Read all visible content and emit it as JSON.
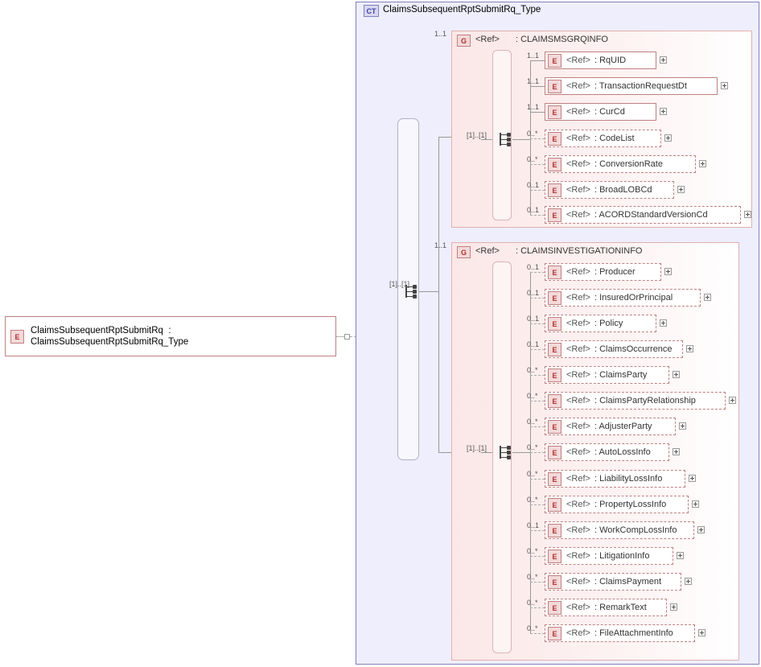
{
  "diagram": {
    "type": "xml-schema-diagram",
    "root_element": {
      "badge": "E",
      "name": "ClaimsSubsequentRptSubmitRq",
      "type_label": ": ClaimsSubsequentRptSubmitRq_Type"
    },
    "complex_type": {
      "badge": "CT",
      "title": "ClaimsSubsequentRptSubmitRq_Type"
    },
    "sequence_cardinality": "[1]..[1]",
    "groups": [
      {
        "badge": "G",
        "ref": "<Ref>",
        "name": ": CLAIMSMSGRQINFO",
        "cardinality": "1..1",
        "inner_cardinality": "[1]..[1]",
        "elements": [
          {
            "badge": "E",
            "ref": "<Ref>",
            "name": ": RqUID",
            "card": "1..1",
            "optional": false,
            "plus": true
          },
          {
            "badge": "E",
            "ref": "<Ref>",
            "name": ": TransactionRequestDt",
            "card": "1..1",
            "optional": false,
            "plus": true
          },
          {
            "badge": "E",
            "ref": "<Ref>",
            "name": ": CurCd",
            "card": "1..1",
            "optional": false,
            "plus": true
          },
          {
            "badge": "E",
            "ref": "<Ref>",
            "name": ": CodeList",
            "card": "0..*",
            "optional": true,
            "plus": true
          },
          {
            "badge": "E",
            "ref": "<Ref>",
            "name": ": ConversionRate",
            "card": "0..*",
            "optional": true,
            "plus": true
          },
          {
            "badge": "E",
            "ref": "<Ref>",
            "name": ": BroadLOBCd",
            "card": "0..1",
            "optional": true,
            "plus": true
          },
          {
            "badge": "E",
            "ref": "<Ref>",
            "name": ": ACORDStandardVersionCd",
            "card": "0..1",
            "optional": true,
            "plus": true
          }
        ]
      },
      {
        "badge": "G",
        "ref": "<Ref>",
        "name": ": CLAIMSINVESTIGATIONINFO",
        "cardinality": "1..1",
        "inner_cardinality": "[1]..[1]",
        "elements": [
          {
            "badge": "E",
            "ref": "<Ref>",
            "name": ": Producer",
            "card": "0..1",
            "optional": true,
            "plus": true
          },
          {
            "badge": "E",
            "ref": "<Ref>",
            "name": ": InsuredOrPrincipal",
            "card": "0..1",
            "optional": true,
            "plus": true
          },
          {
            "badge": "E",
            "ref": "<Ref>",
            "name": ": Policy",
            "card": "0..1",
            "optional": true,
            "plus": true
          },
          {
            "badge": "E",
            "ref": "<Ref>",
            "name": ": ClaimsOccurrence",
            "card": "0..1",
            "optional": true,
            "plus": true
          },
          {
            "badge": "E",
            "ref": "<Ref>",
            "name": ": ClaimsParty",
            "card": "0..*",
            "optional": true,
            "plus": true
          },
          {
            "badge": "E",
            "ref": "<Ref>",
            "name": ": ClaimsPartyRelationship",
            "card": "0..*",
            "optional": true,
            "plus": true
          },
          {
            "badge": "E",
            "ref": "<Ref>",
            "name": ": AdjusterParty",
            "card": "0..*",
            "optional": true,
            "plus": true
          },
          {
            "badge": "E",
            "ref": "<Ref>",
            "name": ": AutoLossInfo",
            "card": "0..*",
            "optional": true,
            "plus": true
          },
          {
            "badge": "E",
            "ref": "<Ref>",
            "name": ": LiabilityLossInfo",
            "card": "0..*",
            "optional": true,
            "plus": true
          },
          {
            "badge": "E",
            "ref": "<Ref>",
            "name": ": PropertyLossInfo",
            "card": "0..*",
            "optional": true,
            "plus": true
          },
          {
            "badge": "E",
            "ref": "<Ref>",
            "name": ": WorkCompLossInfo",
            "card": "0..1",
            "optional": true,
            "plus": true
          },
          {
            "badge": "E",
            "ref": "<Ref>",
            "name": ": LitigationInfo",
            "card": "0..*",
            "optional": true,
            "plus": true
          },
          {
            "badge": "E",
            "ref": "<Ref>",
            "name": ": ClaimsPayment",
            "card": "0..*",
            "optional": true,
            "plus": true
          },
          {
            "badge": "E",
            "ref": "<Ref>",
            "name": ": RemarkText",
            "card": "0..*",
            "optional": true,
            "plus": true
          },
          {
            "badge": "E",
            "ref": "<Ref>",
            "name": ": FileAttachmentInfo",
            "card": "0..*",
            "optional": true,
            "plus": true
          }
        ]
      }
    ]
  }
}
